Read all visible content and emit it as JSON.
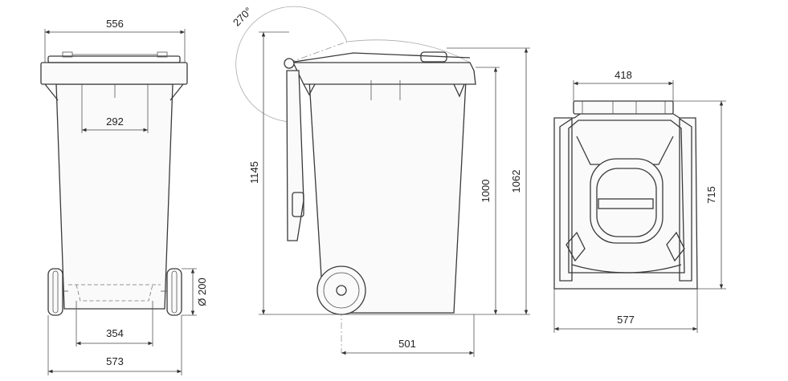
{
  "dimensions": {
    "front_lid_width": "556",
    "front_inner_width": "292",
    "front_base_width": "354",
    "front_total_width": "573",
    "wheel_diameter": "Ø 200",
    "side_open_angle": "270°",
    "side_open_height": "1145",
    "side_body_height": "1000",
    "side_total_height": "1062",
    "side_depth": "501",
    "top_handle_width": "418",
    "top_depth": "715",
    "top_total_width": "577"
  },
  "colors": {
    "line": "#3a3a3a",
    "background": "#ffffff"
  }
}
